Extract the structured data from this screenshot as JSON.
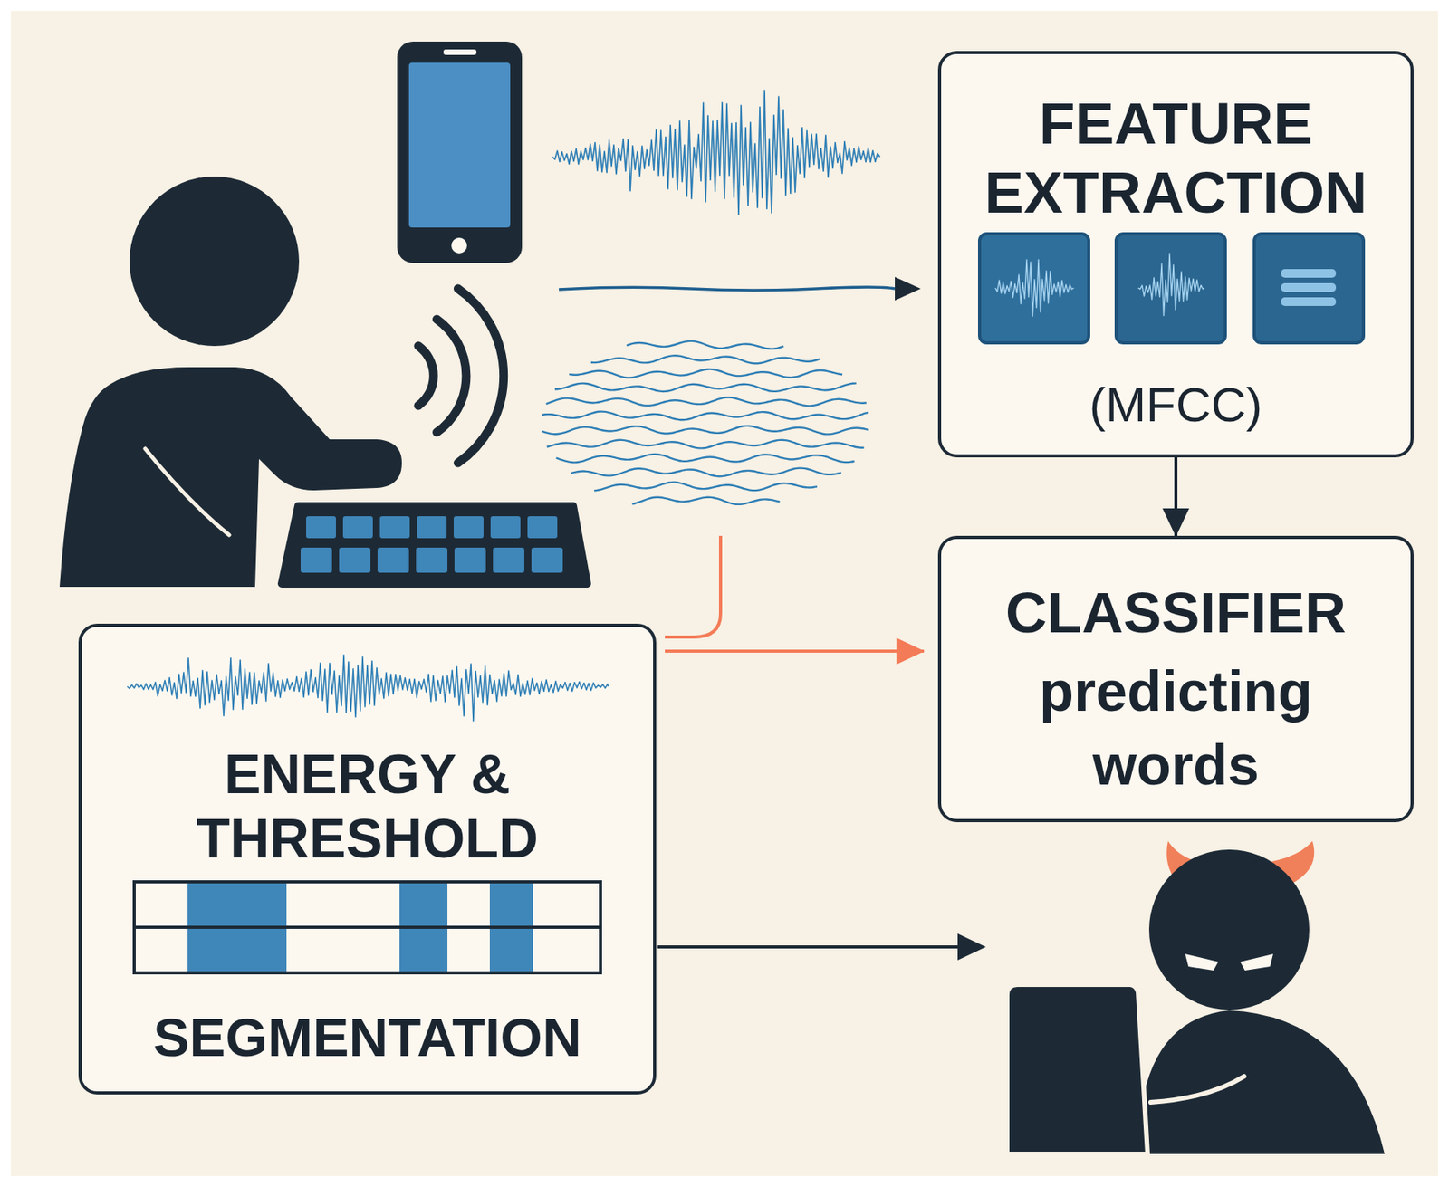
{
  "diagram": {
    "nodes": [
      {
        "text": [
          "FEATURE EXTRACTION",
          "(MFCC)"
        ]
      },
      {
        "text": [
          "CLASSIFIER",
          "predicting words"
        ]
      },
      {
        "text": [
          "ENERGY & THRESHOLD",
          "SEGMENTATION"
        ]
      }
    ],
    "edges": [
      {
        "from": 0,
        "to": 1,
        "arrow": "to"
      },
      {
        "from": 2,
        "to": 1,
        "arrow": "to"
      }
    ]
  }
}
